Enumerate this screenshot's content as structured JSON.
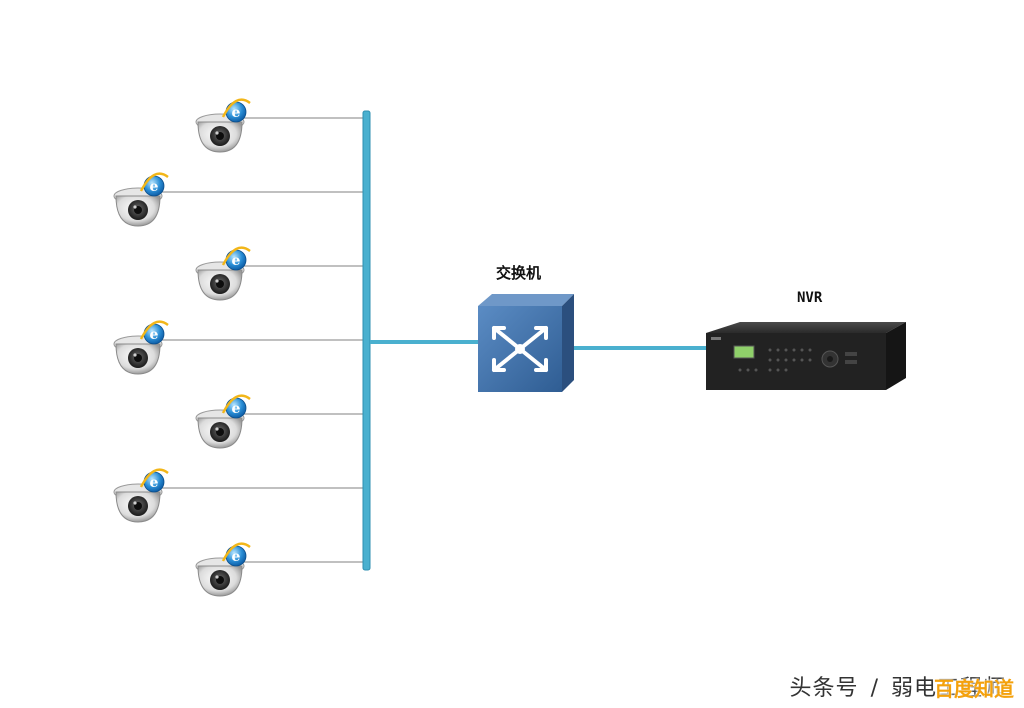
{
  "diagram": {
    "switch_label": "交换机",
    "nvr_label": "NVR",
    "camera_count": 7,
    "colors": {
      "bus": "#4ab0cf",
      "bus_dark": "#2f8fb0",
      "camera_wire": "#9a9a9a",
      "switch_face": "#3f6fa8",
      "switch_side": "#2b4f7e",
      "nvr_body": "#222222"
    }
  },
  "watermark": {
    "source": "头条号",
    "separator": "/",
    "author": "弱电工程师",
    "brand": "百度知道"
  }
}
